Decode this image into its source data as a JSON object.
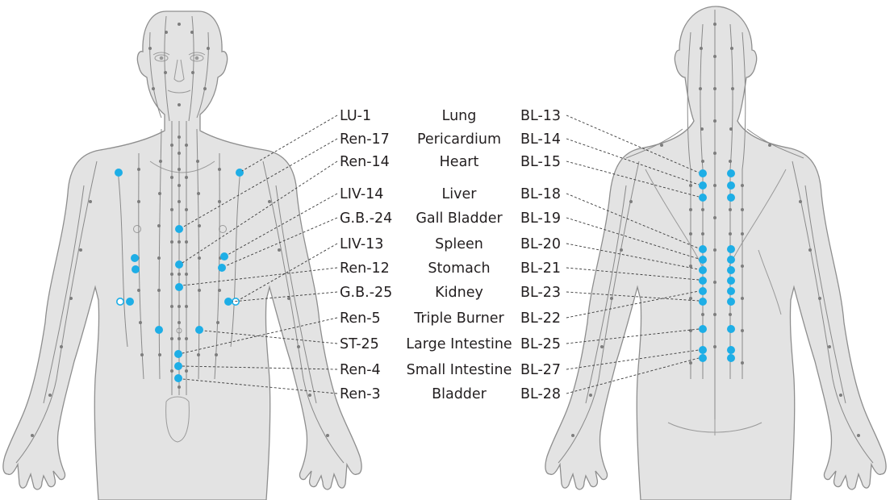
{
  "colors": {
    "acupoint": "#1eaee6",
    "body_fill": "#e3e3e3",
    "body_outline": "#8e8e8e",
    "meridian_dot": "#7d7d7d",
    "text": "#231f20"
  },
  "figures": [
    "front-body-figure",
    "back-body-figure"
  ],
  "rows": [
    {
      "front": "LU-1",
      "organ": "Lung",
      "back": "BL-13"
    },
    {
      "front": "Ren-17",
      "organ": "Pericardium",
      "back": "BL-14"
    },
    {
      "front": "Ren-14",
      "organ": "Heart",
      "back": "BL-15"
    },
    {
      "front": "LIV-14",
      "organ": "Liver",
      "back": "BL-18"
    },
    {
      "front": "G.B.-24",
      "organ": "Gall Bladder",
      "back": "BL-19"
    },
    {
      "front": "LIV-13",
      "organ": "Spleen",
      "back": "BL-20"
    },
    {
      "front": "Ren-12",
      "organ": "Stomach",
      "back": "BL-21"
    },
    {
      "front": "G.B.-25",
      "organ": "Kidney",
      "back": "BL-23"
    },
    {
      "front": "Ren-5",
      "organ": "Triple Burner",
      "back": "BL-22"
    },
    {
      "front": "ST-25",
      "organ": "Large Intestine",
      "back": "BL-25"
    },
    {
      "front": "Ren-4",
      "organ": "Small Intestine",
      "back": "BL-27"
    },
    {
      "front": "Ren-3",
      "organ": "Bladder",
      "back": "BL-28"
    }
  ]
}
